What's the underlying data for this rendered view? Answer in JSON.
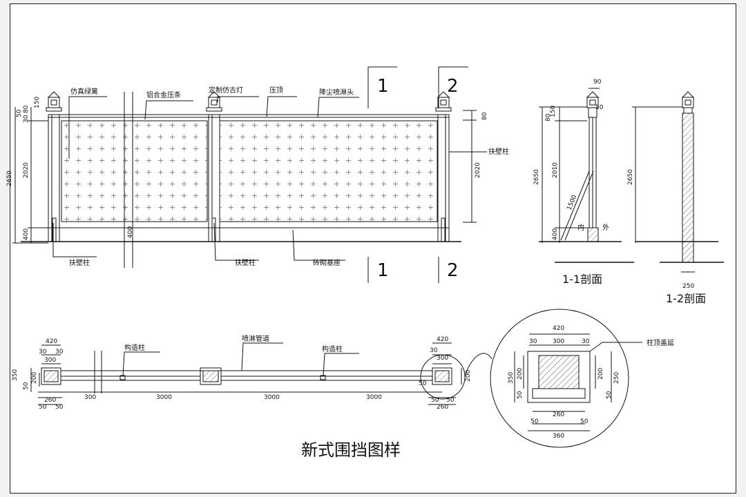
{
  "title": "新式围挡图样",
  "elevation": {
    "labels": {
      "ivy": "仿真绿篱",
      "alloy_strip": "铝合金压条",
      "lamp": "定制仿古灯",
      "cap": "压顶",
      "spray": "降尘喷淋头",
      "pilaster_right": "扶壁柱",
      "pilaster_bottom_left": "扶壁柱",
      "pilaster_bottom_mid": "扶壁柱",
      "base": "砖砌基座"
    },
    "dims_left": {
      "total": "2650",
      "panel": "2020",
      "base": "400",
      "d80": "80",
      "d50": "50",
      "d30": "30",
      "d150": "150"
    },
    "dims_right": {
      "top": "80",
      "panel": "2020"
    },
    "dim_mid_base": "400"
  },
  "section_marks": {
    "one": "1",
    "two": "2"
  },
  "section_1_1": {
    "label": "1-1剖面",
    "dims": {
      "w90": "90",
      "d150": "150",
      "d50": "50",
      "d80": "80",
      "total": "2650",
      "panel": "2010",
      "brace": "1500",
      "base": "400"
    },
    "inside": "内",
    "outside": "外"
  },
  "section_1_2": {
    "label": "1-2剖面",
    "dims": {
      "total": "2650",
      "width": "250"
    }
  },
  "plan": {
    "labels": {
      "column_left": "构造柱",
      "pipe": "喷淋管道",
      "column_right": "构造柱",
      "cap_ext": "柱顶盖延"
    },
    "dims": {
      "w420": "420",
      "w30a": "30",
      "w30b": "30",
      "w300": "300",
      "h350": "350",
      "h200": "200",
      "h50": "50",
      "w260": "260",
      "w50a": "50",
      "w50b": "50",
      "s300": "300",
      "s3000a": "3000",
      "s3000b": "3000",
      "s3000c": "3000",
      "r420": "420",
      "r30": "30",
      "r300": "300",
      "r200": "200",
      "r50": "50",
      "r50a": "50",
      "r50b": "50",
      "r260": "260"
    },
    "detail": {
      "w420": "420",
      "w30a": "30",
      "w300": "300",
      "w30b": "30",
      "h350": "350",
      "h200": "200",
      "h50": "50",
      "h250": "250",
      "h50r": "50",
      "w260": "260",
      "w50a": "50",
      "w50b": "50",
      "w360": "360"
    }
  }
}
